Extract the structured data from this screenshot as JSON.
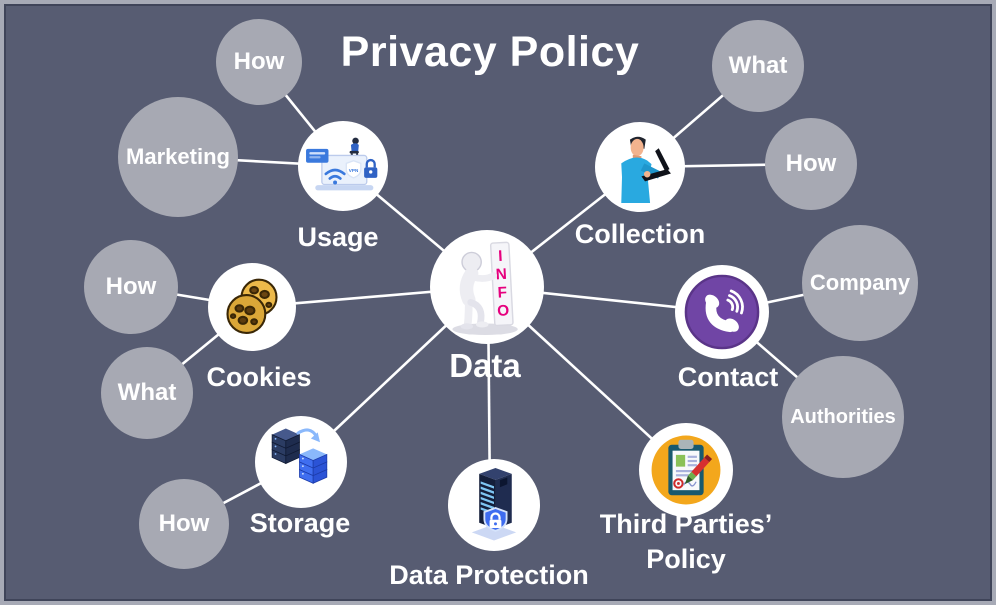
{
  "title": "Privacy Policy",
  "colors": {
    "background": "#575c72",
    "frame_outer": "#a7aab6",
    "frame_inner": "#3f4459",
    "satellite_fill": "#a7a9b3",
    "node_fill": "#ffffff",
    "connector": "#ffffff",
    "label_text": "#ffffff",
    "info_pink": "#e6007e"
  },
  "center": {
    "label": "Data",
    "icon": "info-signpost-figure-icon"
  },
  "nodes": {
    "usage": {
      "label": "Usage",
      "icon": "vpn-laptop-icon"
    },
    "collection": {
      "label": "Collection",
      "icon": "man-with-laptop-icon"
    },
    "cookies": {
      "label": "Cookies",
      "icon": "cookies-icon"
    },
    "contact": {
      "label": "Contact",
      "icon": "phone-call-icon"
    },
    "storage": {
      "label": "Storage",
      "icon": "server-stacks-transfer-icon"
    },
    "data_protection": {
      "label": "Data Protection",
      "icon": "server-shield-lock-icon"
    },
    "third_parties": {
      "label": "Third Parties’ Policy",
      "icon": "policy-clipboard-pen-icon"
    }
  },
  "satellites": [
    {
      "label": "How"
    },
    {
      "label": "Marketing"
    },
    {
      "label": "What"
    },
    {
      "label": "How"
    },
    {
      "label": "How"
    },
    {
      "label": "What"
    },
    {
      "label": "Company"
    },
    {
      "label": "Authorities"
    },
    {
      "label": "How"
    }
  ]
}
